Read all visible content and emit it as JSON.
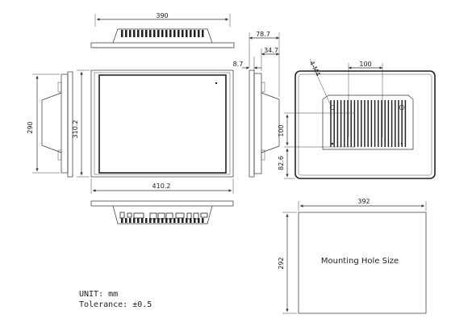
{
  "dimensions": {
    "top_width": "390",
    "depth_total": "78.7",
    "depth_body": "34.7",
    "bezel_depth": "8.7",
    "side_height": "290",
    "front_height": "310.2",
    "front_width": "410.2",
    "vesa_spacing_h": "100",
    "vesa_spacing_v": "100",
    "vesa_screws": "4-M4",
    "vesa_offset": "82.6",
    "cutout_width": "392",
    "cutout_height": "292"
  },
  "cutout_caption": "Mounting Hole Size",
  "notes": {
    "unit": "UNIT: mm",
    "tolerance": "Tolerance: ±0.5"
  }
}
